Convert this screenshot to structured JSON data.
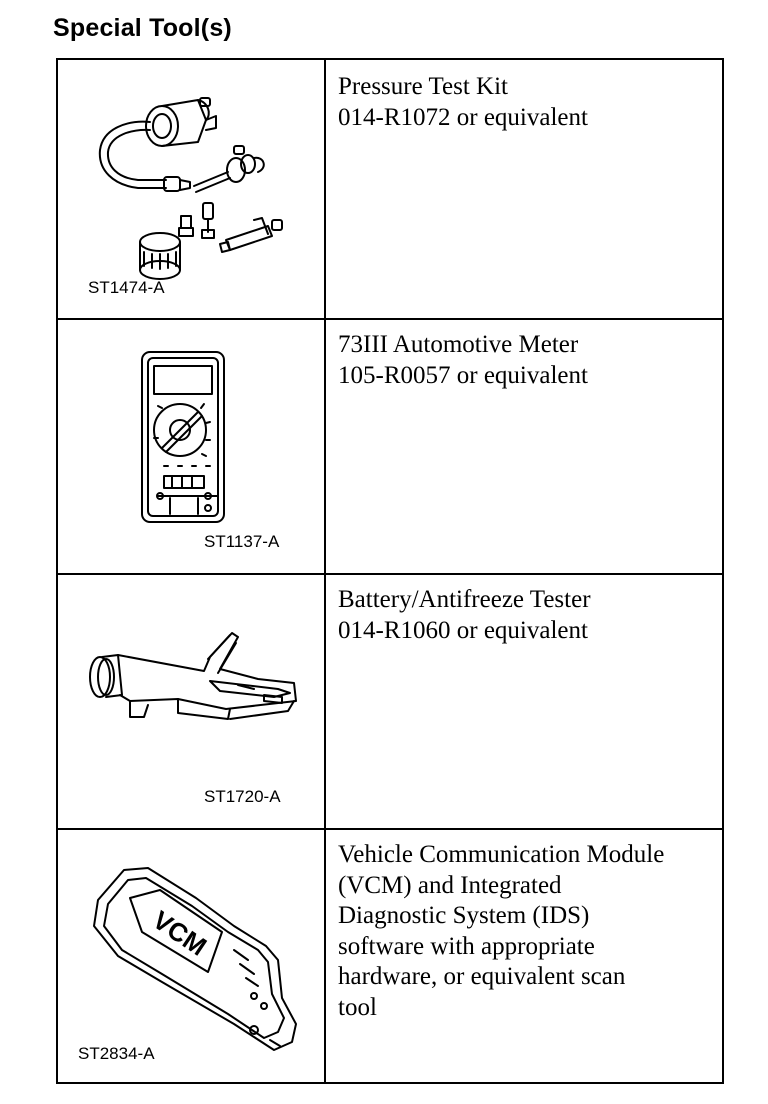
{
  "page_title": "Special Tool(s)",
  "tools": [
    {
      "art_code": "ST1474-A",
      "image_icon": "pressure-test-kit-icon",
      "description_lines": [
        "Pressure Test Kit",
        "014-R1072 or equivalent"
      ]
    },
    {
      "art_code": "ST1137-A",
      "image_icon": "multimeter-icon",
      "description_lines": [
        "73III Automotive Meter",
        "105-R0057 or equivalent"
      ]
    },
    {
      "art_code": "ST1720-A",
      "image_icon": "refractometer-icon",
      "description_lines": [
        "Battery/Antifreeze Tester",
        "014-R1060 or equivalent"
      ]
    },
    {
      "art_code": "ST2834-A",
      "image_icon": "vcm-module-icon",
      "device_label": "VCM",
      "description_lines": [
        "Vehicle Communication Module",
        "(VCM) and Integrated",
        "Diagnostic System (IDS)",
        "software with appropriate",
        "hardware, or equivalent scan",
        "tool"
      ]
    }
  ]
}
